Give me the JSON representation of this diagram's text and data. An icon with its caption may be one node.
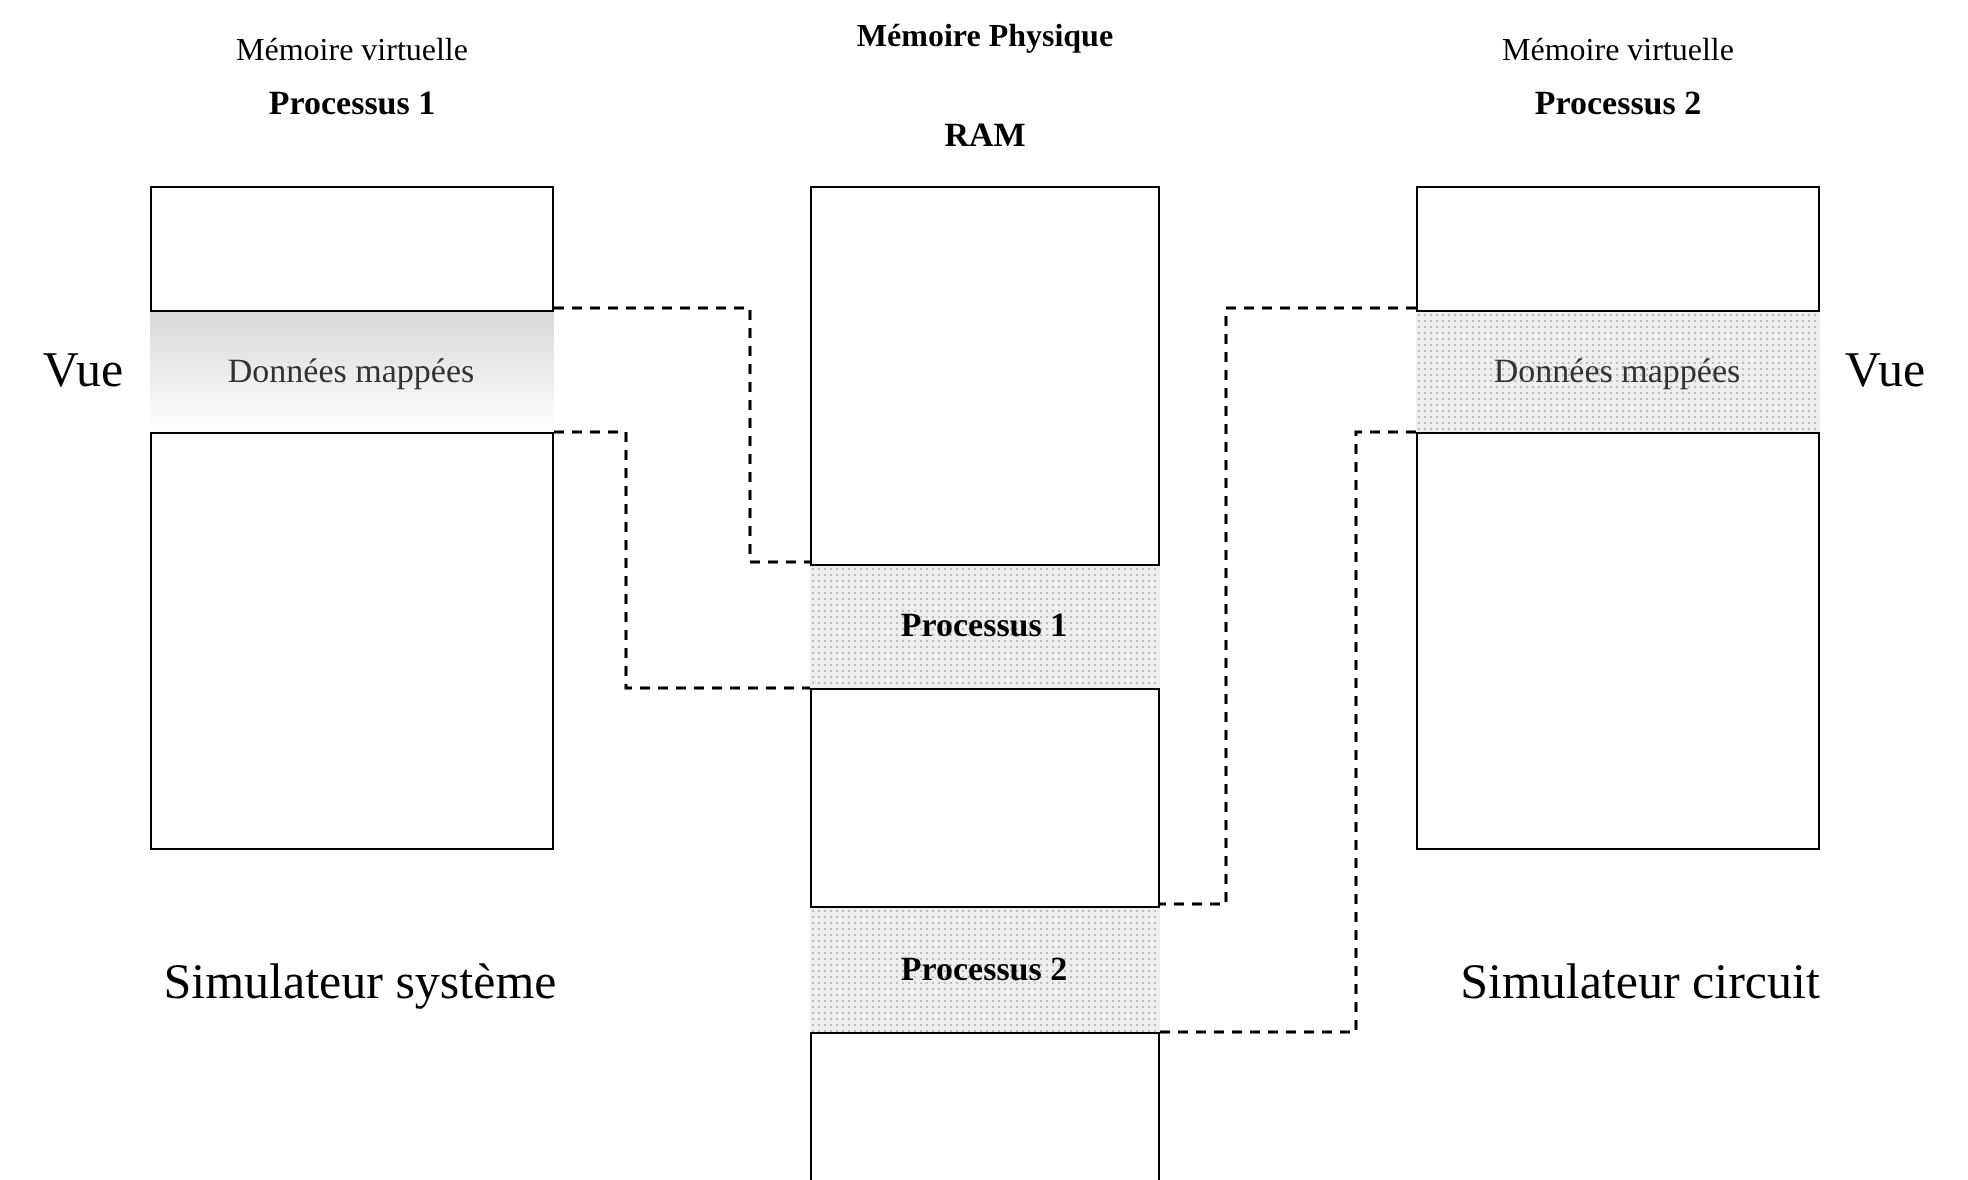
{
  "diagram": {
    "nodes": [
      {
        "text": [
          "Mémoire virtuelle",
          "Processus 1"
        ],
        "beside": [
          "Simulateur système"
        ]
      },
      {
        "text": [
          "Données mappées"
        ],
        "in": 0,
        "beside": [
          "Vue"
        ]
      },
      {
        "text": [
          "Mémoire Physique",
          "RAM"
        ]
      },
      {
        "text": [
          "Processus 1"
        ],
        "in": 2
      },
      {
        "text": [
          "Processus 2"
        ],
        "in": 2
      },
      {
        "text": [
          "Mémoire virtuelle",
          "Processus 2"
        ],
        "beside": [
          "Simulateur circuit"
        ]
      },
      {
        "text": [
          "Données mappées"
        ],
        "in": 5,
        "beside": [
          "Vue"
        ]
      }
    ],
    "edges": [
      {
        "from": 1,
        "to": 3,
        "arrow": "none",
        "style": "dashed"
      },
      {
        "from": 1,
        "to": 3,
        "arrow": "none",
        "style": "dashed"
      },
      {
        "from": 6,
        "to": 4,
        "arrow": "none",
        "style": "dashed"
      },
      {
        "from": 6,
        "to": 4,
        "arrow": "none",
        "style": "dashed"
      }
    ]
  }
}
